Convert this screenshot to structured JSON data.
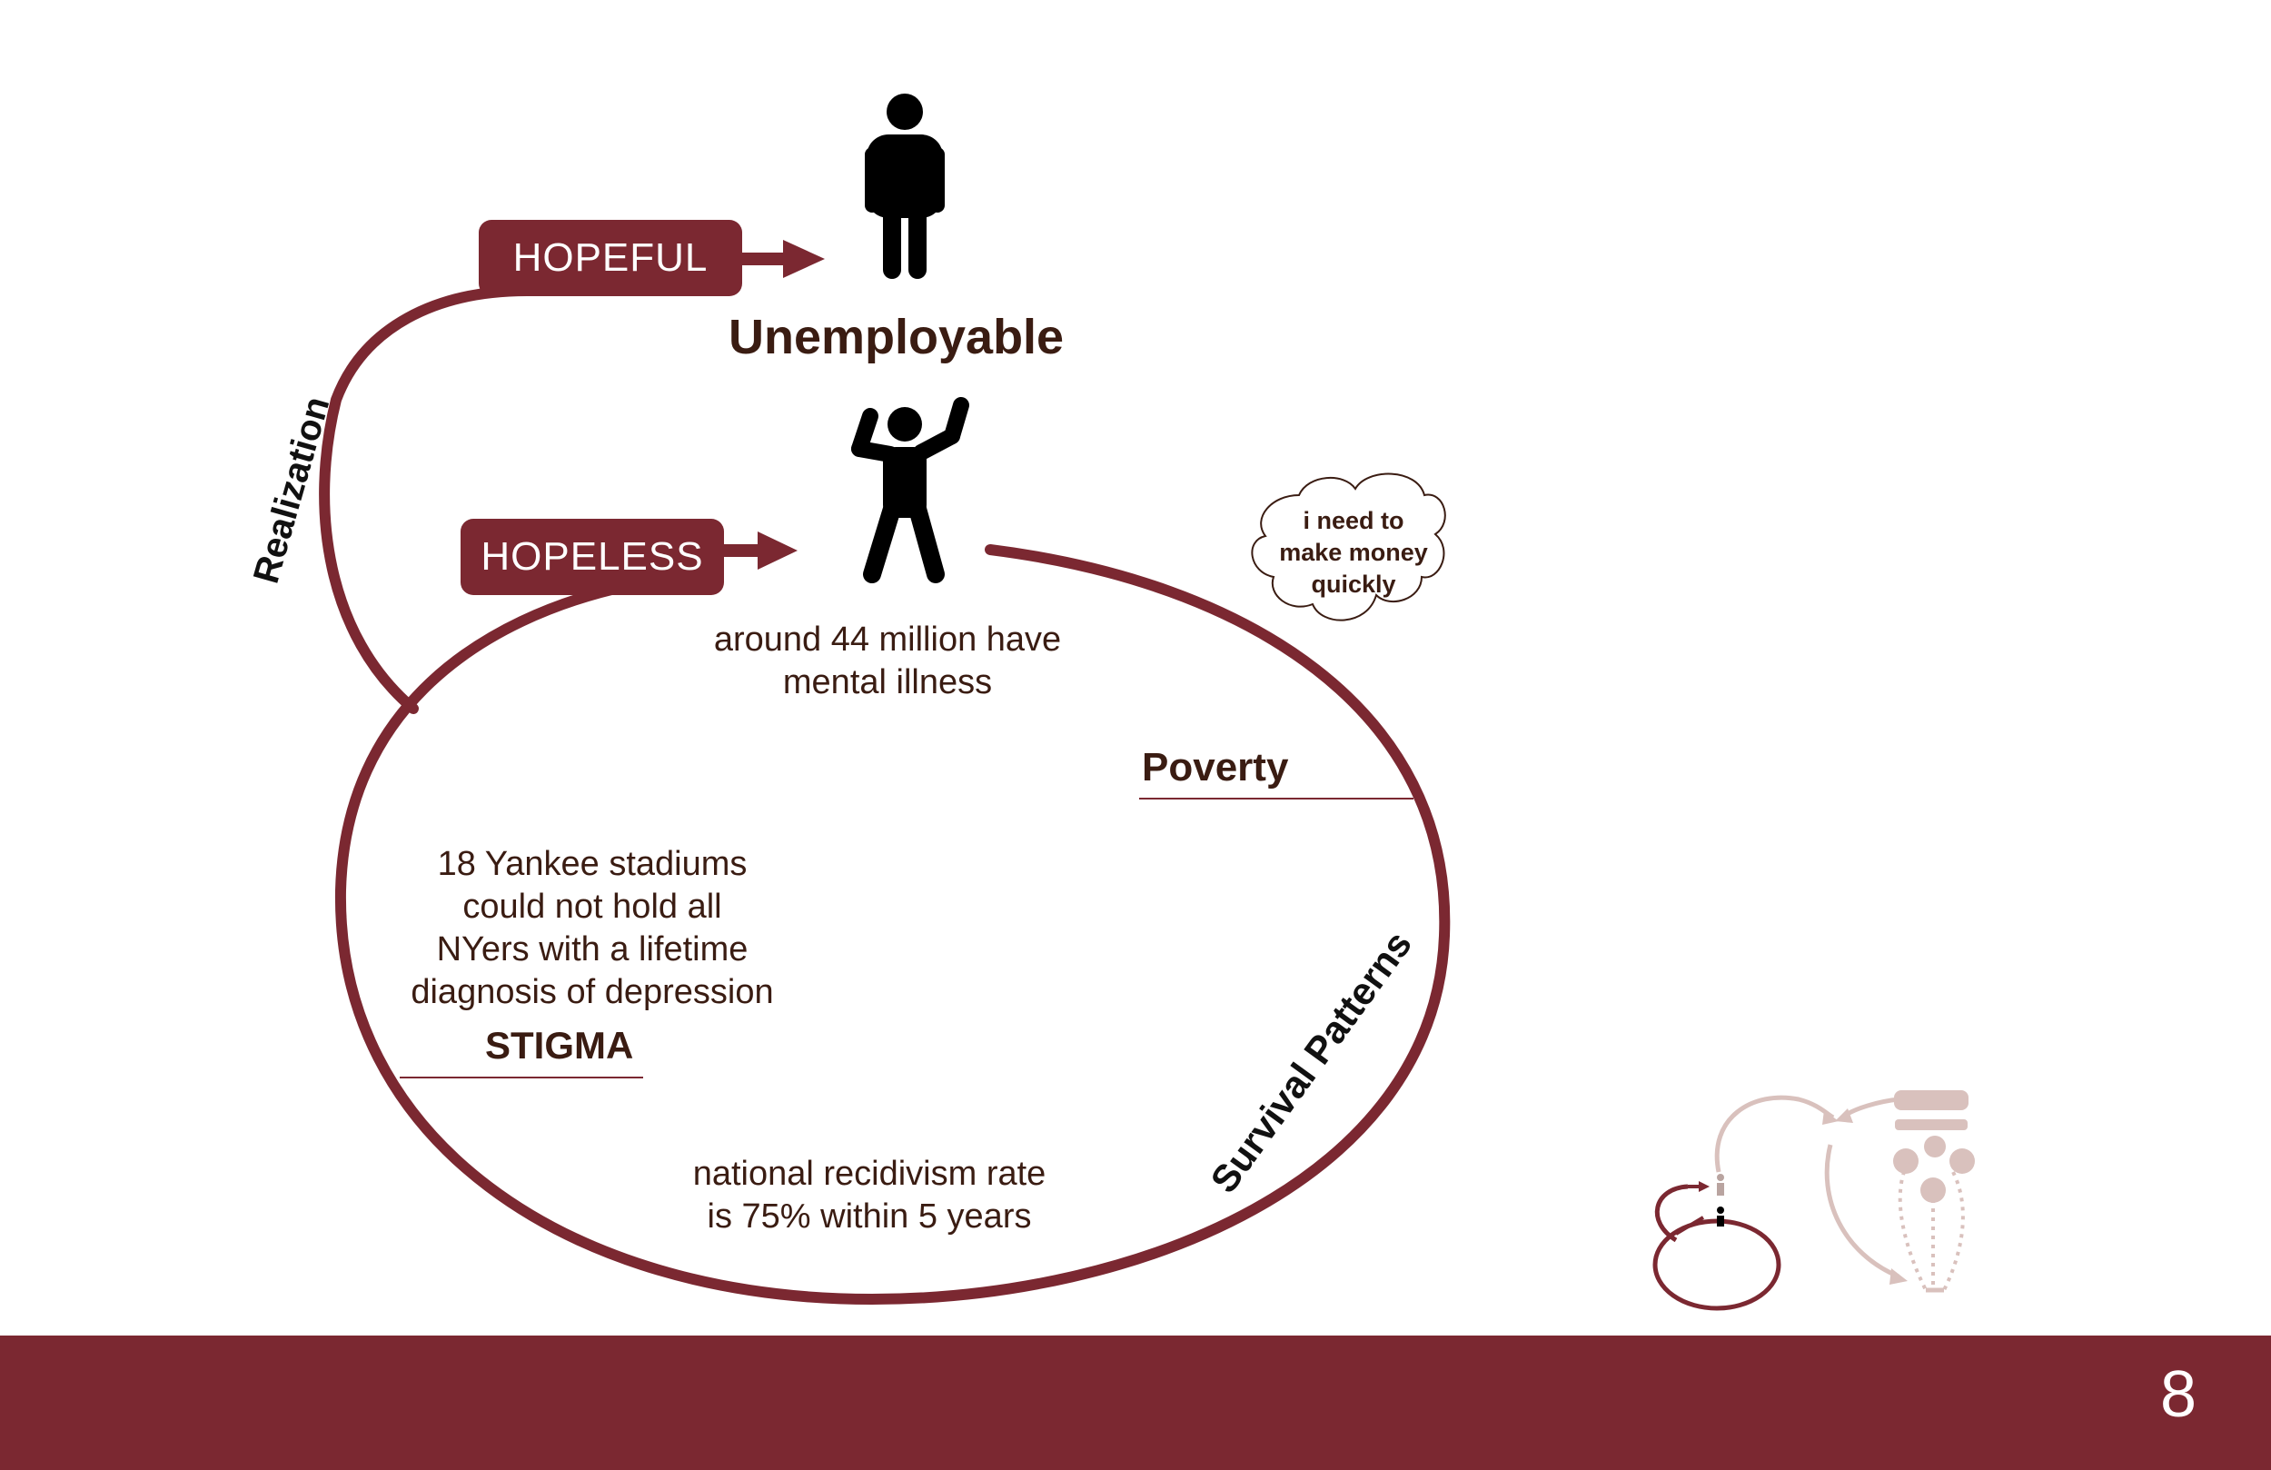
{
  "labels": {
    "hopeful": "HOPEFUL",
    "hopeless": "HOPELESS",
    "unemployable": "Unemployable",
    "realization": "Realization",
    "survival_patterns": "Survival Patterns",
    "poverty": "Poverty",
    "stigma": "STIGMA"
  },
  "stats": {
    "mental_illness": [
      "around 44 million have",
      "mental illness"
    ],
    "depression": [
      "18 Yankee stadiums",
      "could not hold all",
      "NYers with a lifetime",
      "diagnosis of depression"
    ],
    "recidivism": [
      "national recidivism rate",
      "is 75% within 5 years"
    ]
  },
  "thought_bubble": [
    "i need to",
    "make money",
    "quickly"
  ],
  "page_number": "8",
  "colors": {
    "accent": "#7b2831",
    "text_dark": "#3a1c12",
    "faded": "#d9c1bd"
  },
  "icons": [
    "person-standing-icon",
    "person-arms-raised-icon",
    "thought-cloud-icon",
    "mini-diagram-thumbnail"
  ]
}
